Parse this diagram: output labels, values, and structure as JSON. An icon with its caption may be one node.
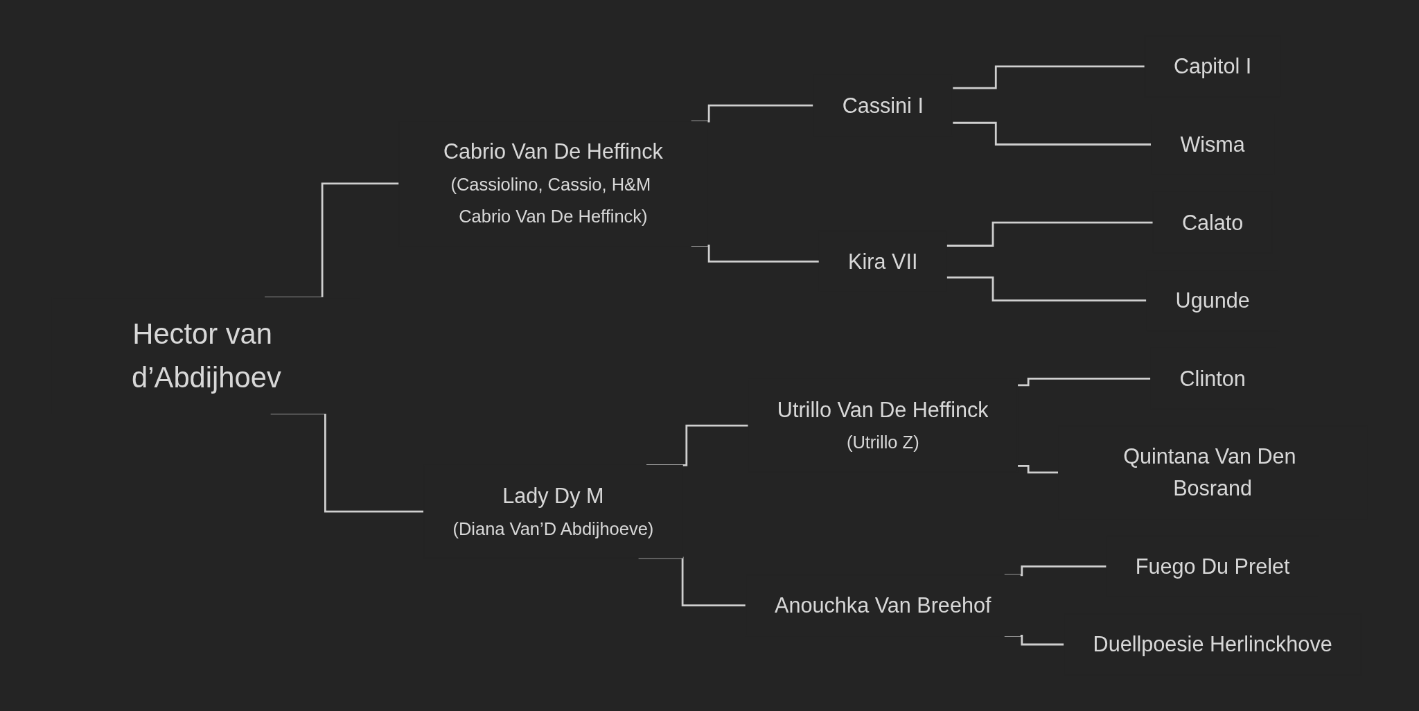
{
  "diagram": {
    "nodes": [
      {
        "text": [
          "Hector van d’Abdijhoev"
        ]
      },
      {
        "text": [
          "Cabrio Van De Heffinck",
          "(Cassiolino, Cassio, H&M Cabrio Van De Heffinck)"
        ]
      },
      {
        "text": [
          "Lady Dy M",
          "(Diana Van’D Abdijhoeve)"
        ]
      },
      {
        "text": [
          "Cassini I"
        ]
      },
      {
        "text": [
          "Kira VII"
        ]
      },
      {
        "text": [
          "Utrillo Van De Heffinck",
          "(Utrillo Z)"
        ]
      },
      {
        "text": [
          "Anouchka Van Breehof"
        ]
      },
      {
        "text": [
          "Capitol I"
        ]
      },
      {
        "text": [
          "Wisma"
        ]
      },
      {
        "text": [
          "Calato"
        ]
      },
      {
        "text": [
          "Ugunde"
        ]
      },
      {
        "text": [
          "Clinton"
        ]
      },
      {
        "text": [
          "Quintana Van Den Bosrand"
        ]
      },
      {
        "text": [
          "Fuego Du Prelet"
        ]
      },
      {
        "text": [
          "Duellpoesie Herlinckhove"
        ]
      }
    ],
    "edges": [
      {
        "from": 0,
        "to": 1,
        "arrow": "none"
      },
      {
        "from": 0,
        "to": 2,
        "arrow": "none"
      },
      {
        "from": 1,
        "to": 3,
        "arrow": "none"
      },
      {
        "from": 1,
        "to": 4,
        "arrow": "none"
      },
      {
        "from": 2,
        "to": 5,
        "arrow": "none"
      },
      {
        "from": 2,
        "to": 6,
        "arrow": "none"
      },
      {
        "from": 3,
        "to": 7,
        "arrow": "none"
      },
      {
        "from": 3,
        "to": 8,
        "arrow": "none"
      },
      {
        "from": 4,
        "to": 9,
        "arrow": "none"
      },
      {
        "from": 4,
        "to": 10,
        "arrow": "none"
      },
      {
        "from": 5,
        "to": 11,
        "arrow": "none"
      },
      {
        "from": 5,
        "to": 12,
        "arrow": "none"
      },
      {
        "from": 6,
        "to": 13,
        "arrow": "none"
      },
      {
        "from": 6,
        "to": 14,
        "arrow": "none"
      }
    ]
  }
}
